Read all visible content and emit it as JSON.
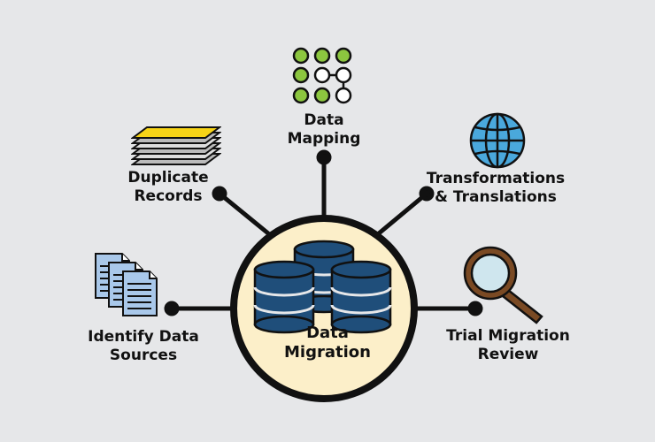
{
  "center": {
    "line1": "Data",
    "line2": "Migration",
    "fill_color": "#fcefc9",
    "ring_color": "#111111",
    "database_color": "#1f4e7a"
  },
  "nodes": [
    {
      "id": "data-mapping",
      "line1": "Data",
      "line2": "Mapping",
      "icon": "node-grid-icon"
    },
    {
      "id": "duplicate-records",
      "line1": "Duplicate",
      "line2": "Records",
      "icon": "paper-stack-icon"
    },
    {
      "id": "transformations",
      "line1": "Transformations",
      "line2": "& Translations",
      "icon": "globe-icon"
    },
    {
      "id": "identify-sources",
      "line1": "Identify Data",
      "line2": "Sources",
      "icon": "documents-icon"
    },
    {
      "id": "trial-review",
      "line1": "Trial Migration",
      "line2": "Review",
      "icon": "magnifier-icon"
    }
  ],
  "colors": {
    "grid_green": "#8cc63f",
    "globe_blue": "#4aa8dc",
    "paper_yellow": "#f7d417",
    "document_blue": "#a9c8ea",
    "magnifier_brown": "#7a4a24",
    "lens_blue": "#cfe6ee"
  }
}
